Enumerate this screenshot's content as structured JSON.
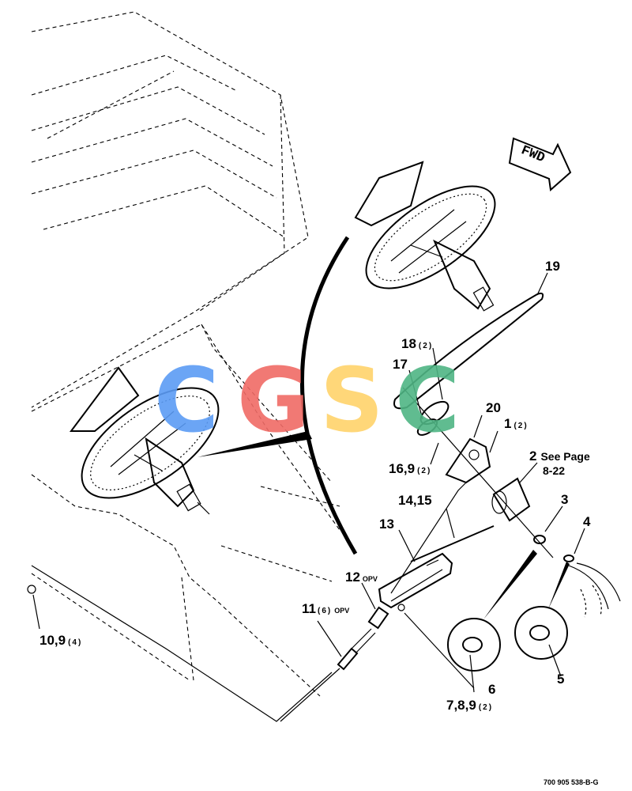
{
  "watermark": {
    "letters": [
      "C",
      "G",
      "S",
      "C"
    ],
    "colors": [
      "#5b9cf5",
      "#f06b66",
      "#ffd36b",
      "#4fb584"
    ]
  },
  "fwd_arrow": {
    "label": "FWD"
  },
  "callouts": {
    "c19": {
      "number": "19"
    },
    "c18": {
      "number": "18",
      "qty": "(2)"
    },
    "c17": {
      "number": "17"
    },
    "c20": {
      "number": "20"
    },
    "c1": {
      "number": "1",
      "qty": "(2)"
    },
    "c2": {
      "number": "2",
      "note": "See Page",
      "note2": "8-22"
    },
    "c16": {
      "number": "16,9",
      "qty": "(2)"
    },
    "c14": {
      "number": "14,15"
    },
    "c3": {
      "number": "3"
    },
    "c4": {
      "number": "4"
    },
    "c13": {
      "number": "13"
    },
    "c12": {
      "number": "12",
      "note": "OPV"
    },
    "c11": {
      "number": "11",
      "qty": "(6)",
      "note": "OPV"
    },
    "c10": {
      "number": "10,9",
      "qty": "(4)"
    },
    "c6": {
      "number": "6"
    },
    "c5": {
      "number": "5"
    },
    "c7": {
      "number": "7,8,9",
      "qty": "(2)"
    }
  },
  "figure_id": "700 905 538-B-G"
}
